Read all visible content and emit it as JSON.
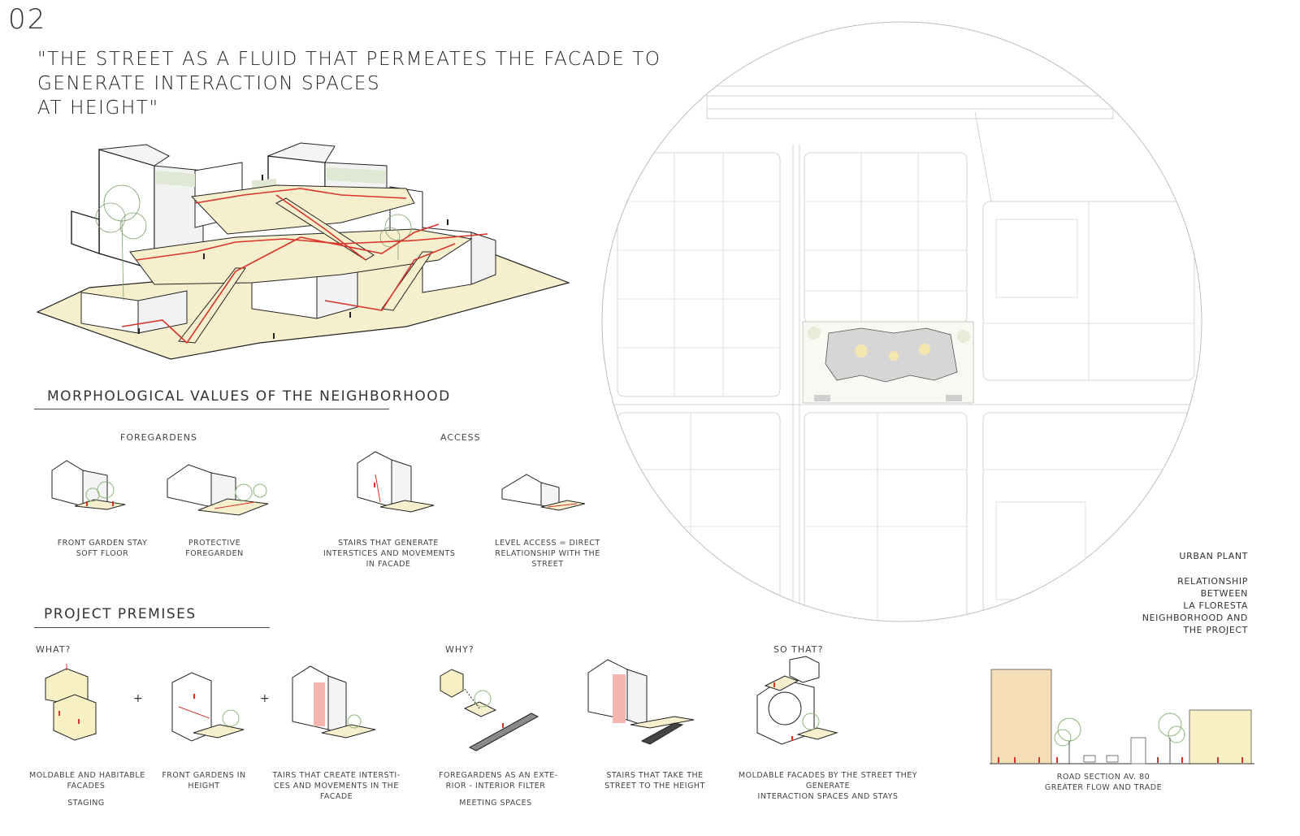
{
  "page_number": "02",
  "quote": {
    "line1": "\"THE STREET AS A FLUID THAT PERMEATES THE FACADE TO",
    "line2": "GENERATE INTERACTION SPACES",
    "line3": "AT HEIGHT\""
  },
  "morph": {
    "title": "MORPHOLOGICAL VALUES OF THE NEIGHBORHOOD",
    "foregardens_label": "FOREGARDENS",
    "access_label": "ACCESS",
    "items": [
      {
        "l1": "FRONT GARDEN STAY",
        "l2": "SOFT FLOOR",
        "l3": ""
      },
      {
        "l1": "PROTECTIVE",
        "l2": "FOREGARDEN",
        "l3": ""
      },
      {
        "l1": "STAIRS THAT GENERATE",
        "l2": "INTERSTICES AND MOVEMENTS",
        "l3": "IN FACADE"
      },
      {
        "l1": "LEVEL ACCESS = DIRECT",
        "l2": "RELATIONSHIP WITH THE",
        "l3": "STREET"
      }
    ]
  },
  "premises": {
    "title": "PROJECT PREMISES",
    "what": "WHAT?",
    "why": "WHY?",
    "so_that": "SO THAT?",
    "plus": "+",
    "items": [
      {
        "l1": "MOLDABLE AND HABITABLE",
        "l2": "FACADES",
        "l3": "",
        "tag": "STAGING"
      },
      {
        "l1": "FRONT GARDENS IN",
        "l2": "HEIGHT",
        "l3": "",
        "tag": ""
      },
      {
        "l1": "TAIRS THAT CREATE INTERSTI-",
        "l2": "CES AND MOVEMENTS IN THE",
        "l3": "FACADE",
        "tag": ""
      },
      {
        "l1": "FOREGARDENS AS AN EXTE-",
        "l2": "RIOR - INTERIOR FILTER",
        "l3": "",
        "tag": "MEETING SPACES"
      },
      {
        "l1": "STAIRS THAT TAKE THE",
        "l2": "STREET TO THE HEIGHT",
        "l3": "",
        "tag": ""
      },
      {
        "l1": "MOLDABLE FACADES BY THE STREET THEY",
        "l2": "GENERATE",
        "l3": "INTERACTION SPACES AND STAYS",
        "tag": ""
      }
    ]
  },
  "urban": {
    "title": "URBAN PLANT",
    "desc": [
      "RELATIONSHIP",
      "BETWEEN",
      "LA FLORESTA",
      "NEIGHBORHOOD AND",
      "THE PROJECT"
    ]
  },
  "road": {
    "l1": "ROAD SECTION AV. 80",
    "l2": "GREATER FLOW AND TRADE"
  },
  "colors": {
    "route": "#d9342b",
    "floor": "#f6efcd",
    "garden": "#dfe8d2",
    "tree": "#8fb57a",
    "ink": "#222222",
    "accent_pink": "#f4b6b0",
    "building_tan": "#f5ddb8",
    "building_yellow": "#f7f0c4"
  }
}
